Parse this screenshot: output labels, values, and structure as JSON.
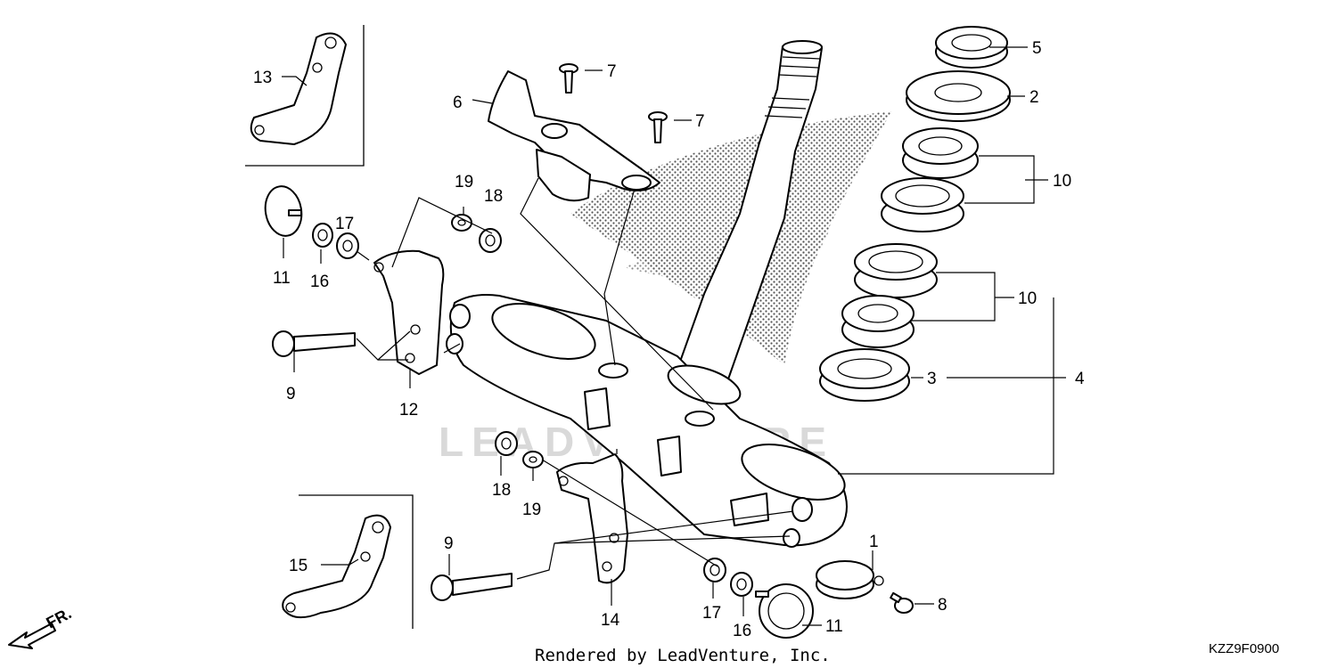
{
  "diagram": {
    "watermark": "LEADVENTURE",
    "footer_credit": "Rendered by LeadVenture, Inc.",
    "diagram_code": "KZZ9F0900",
    "direction_label": "FR.",
    "callouts": [
      {
        "id": "c1",
        "label": "1"
      },
      {
        "id": "c2",
        "label": "2"
      },
      {
        "id": "c3",
        "label": "3"
      },
      {
        "id": "c4",
        "label": "4"
      },
      {
        "id": "c5",
        "label": "5"
      },
      {
        "id": "c6",
        "label": "6"
      },
      {
        "id": "c7a",
        "label": "7"
      },
      {
        "id": "c7b",
        "label": "7"
      },
      {
        "id": "c8",
        "label": "8"
      },
      {
        "id": "c9a",
        "label": "9"
      },
      {
        "id": "c9b",
        "label": "9"
      },
      {
        "id": "c10a",
        "label": "10"
      },
      {
        "id": "c10b",
        "label": "10"
      },
      {
        "id": "c11a",
        "label": "11"
      },
      {
        "id": "c11b",
        "label": "11"
      },
      {
        "id": "c12",
        "label": "12"
      },
      {
        "id": "c13",
        "label": "13"
      },
      {
        "id": "c14",
        "label": "14"
      },
      {
        "id": "c15",
        "label": "15"
      },
      {
        "id": "c16a",
        "label": "16"
      },
      {
        "id": "c16b",
        "label": "16"
      },
      {
        "id": "c17a",
        "label": "17"
      },
      {
        "id": "c17b",
        "label": "17"
      },
      {
        "id": "c18a",
        "label": "18"
      },
      {
        "id": "c18b",
        "label": "18"
      },
      {
        "id": "c19a",
        "label": "19"
      },
      {
        "id": "c19b",
        "label": "19"
      }
    ]
  }
}
